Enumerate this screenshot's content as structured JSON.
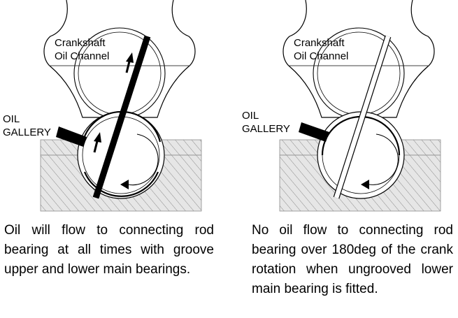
{
  "left_panel": {
    "label_crankshaft": [
      "Crankshaft",
      "Oil Channel"
    ],
    "label_gallery": [
      "OIL",
      "GALLERY"
    ],
    "caption": "Oil will flow to connecting rod bearing at all times with groove upper and lower main bearings."
  },
  "right_panel": {
    "label_crankshaft": [
      "Crankshaft",
      "Oil Channel"
    ],
    "label_gallery": [
      "OIL",
      "GALLERY"
    ],
    "caption": "No oil flow to connecting rod bearing over 180deg of the crank rotation when ungrooved lower main bearing is fitted."
  },
  "colors": {
    "line": "#000000",
    "hatch_bg": "#e6e6e6",
    "hatch_line": "#8c8c8c"
  }
}
